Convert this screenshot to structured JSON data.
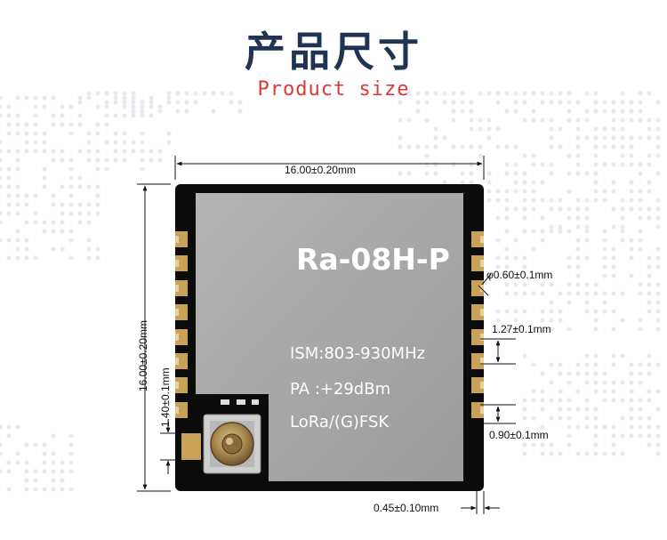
{
  "header": {
    "title_cn": "产品尺寸",
    "title_en": "Product size"
  },
  "module": {
    "model": "Ra-08H-P",
    "specs": [
      "ISM:803-930MHz",
      "PA :+29dBm",
      "LoRa/(G)FSK"
    ]
  },
  "dimensions": {
    "width": "16.00±0.20mm",
    "height": "16.00±0.20mm",
    "pad_diameter": "φ0.60±0.1mm",
    "pitch": "1.27±0.1mm",
    "pad_length": "0.90±0.1mm",
    "edge_offset": "0.45±0.10mm",
    "bottom_pad": "1.40±0.1mm"
  },
  "colors": {
    "title": "#1f3352",
    "subtitle": "#e03636",
    "pcb": "#0b0b0b",
    "shield": "#a7a7a7",
    "pad": "#c9a25a"
  }
}
